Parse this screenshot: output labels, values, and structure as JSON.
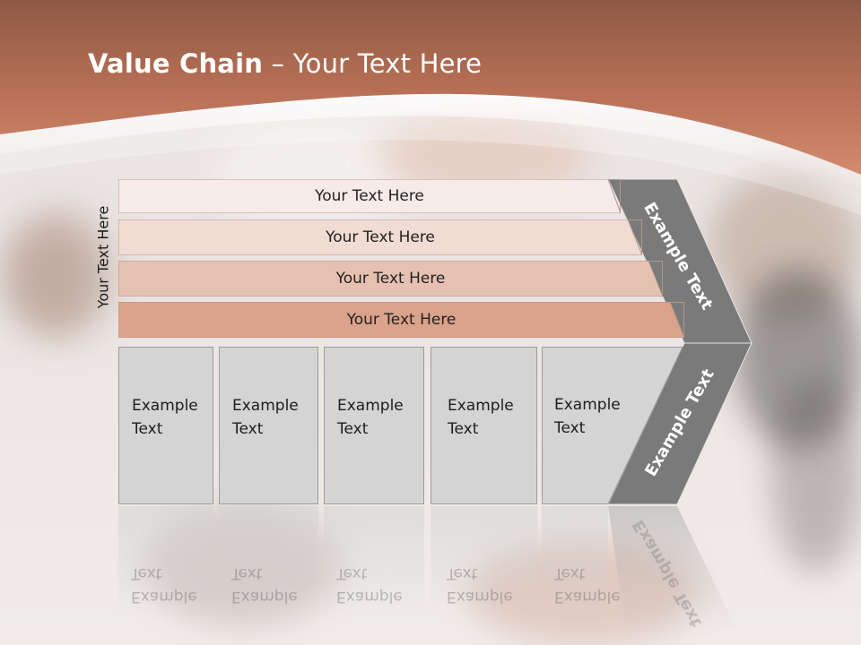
{
  "slide": {
    "title_bold": "Value Chain",
    "title_rest": " – Your Text Here",
    "side_label": "Your Text Here",
    "bars": [
      {
        "label": "Your Text Here",
        "color": "#f6ebe8"
      },
      {
        "label": "Your Text Here",
        "color": "#f0dcd3"
      },
      {
        "label": "Your Text Here",
        "color": "#e6c1b1"
      },
      {
        "label": "Your Text Here",
        "color": "#dba38b"
      }
    ],
    "boxes": [
      {
        "line1": "Example",
        "line2": "Text"
      },
      {
        "line1": "Example",
        "line2": "Text"
      },
      {
        "line1": "Example",
        "line2": "Text"
      },
      {
        "line1": "Example",
        "line2": "Text"
      },
      {
        "line1": "Example",
        "line2": "Text"
      }
    ],
    "chevron_top_label": "Example Text",
    "chevron_bottom_label": "Example Text",
    "colors": {
      "header": "#c9765a",
      "chevron": "#7a7a7a",
      "box_fill": "#d4d4d4"
    }
  }
}
